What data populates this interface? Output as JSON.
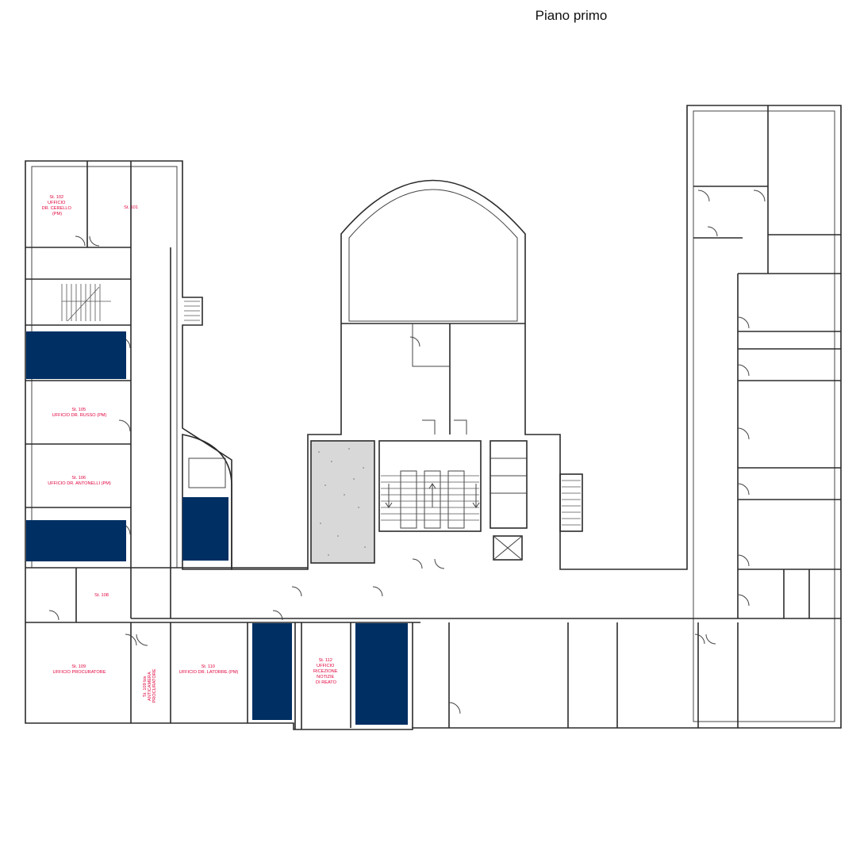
{
  "title": "Piano primo",
  "colors": {
    "highlight": "#002f63",
    "label": "#e0003c",
    "wall": "#2b2b2b",
    "stone": "#cfcfcf"
  },
  "rooms": [
    {
      "id": "102",
      "lines": [
        "St. 102",
        "UFFICIO",
        "DR. CERELLO",
        "(PM)"
      ]
    },
    {
      "id": "101",
      "lines": [
        "St. 101"
      ]
    },
    {
      "id": "105",
      "lines": [
        "St. 105",
        "UFFICIO DR. RUSSO (PM)"
      ]
    },
    {
      "id": "106",
      "lines": [
        "St. 106",
        "UFFICIO DR. ANTONELLI (PM)"
      ]
    },
    {
      "id": "108",
      "lines": [
        "St. 108"
      ]
    },
    {
      "id": "109",
      "lines": [
        "St. 109",
        "UFFICIO PROCURATORE"
      ]
    },
    {
      "id": "109bis",
      "lines": [
        "St. 109 bis",
        "ANTICAMERA",
        "PROCURATORE"
      ]
    },
    {
      "id": "110",
      "lines": [
        "St. 110",
        "UFFICIO DR. LATORRE (PM)"
      ]
    },
    {
      "id": "112",
      "lines": [
        "St. 112",
        "UFFICIO",
        "RICEZIONE",
        "NOTIZIE",
        "DI REATO"
      ]
    }
  ]
}
